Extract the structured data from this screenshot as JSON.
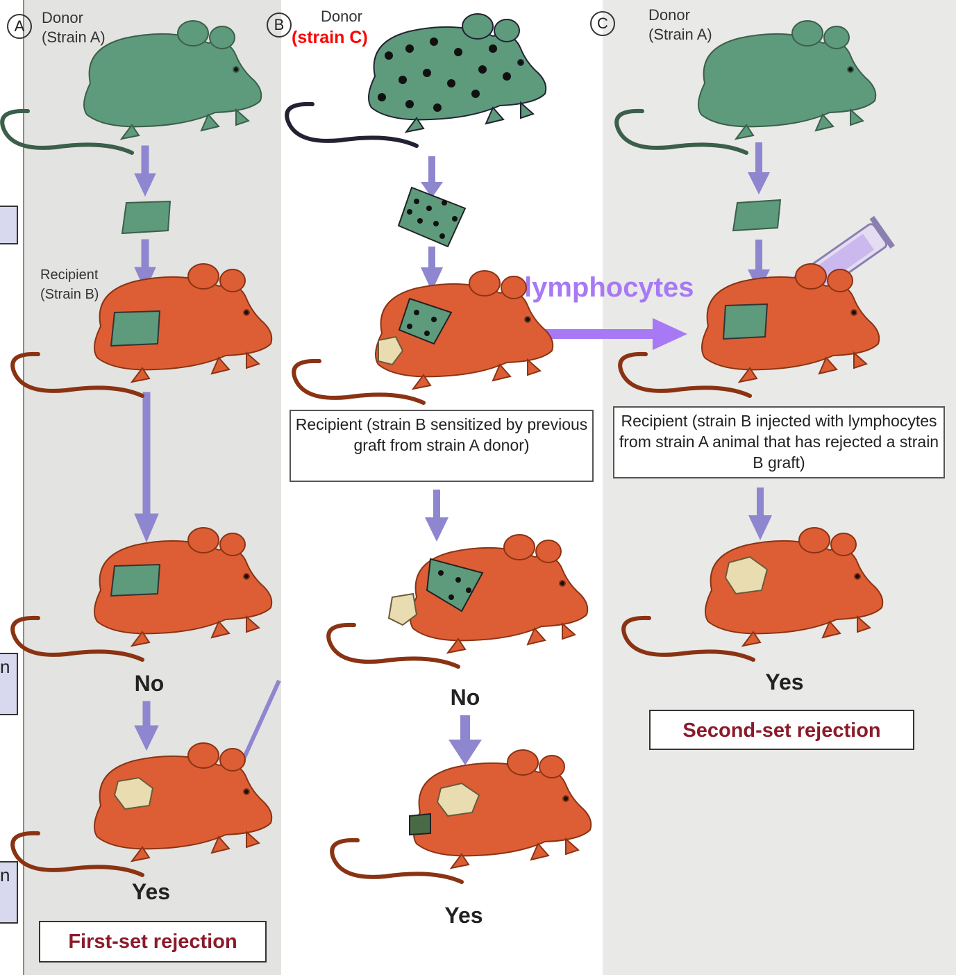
{
  "panels": {
    "a": {
      "letter": "A",
      "donor": {
        "line1": "Donor",
        "line2": "(Strain A)"
      },
      "recipient": {
        "line1": "Recipient",
        "line2": "(Strain B)"
      },
      "result_no": "No",
      "result_yes": "Yes",
      "rejection": "First-set rejection"
    },
    "b": {
      "letter": "B",
      "donor": "Donor",
      "donor_note": "(strain C)",
      "caption": "Recipient (strain B sensitized by previous graft from strain A donor)",
      "result_no": "No",
      "result_yes": "Yes"
    },
    "c": {
      "letter": "C",
      "donor": {
        "line1": "Donor",
        "line2": "(Strain A)"
      },
      "caption": "Recipient (strain B injected with lymphocytes from strain A animal that has rejected a strain B graft)",
      "result_yes": "Yes",
      "rejection": "Second-set rejection"
    }
  },
  "transfer_label": "lymphocytes",
  "edge_tabs": [
    "",
    "n",
    "n"
  ],
  "colors": {
    "donor_mouse": "#5e9a7c",
    "recipient_mouse": "#dd5e35",
    "arrow": "#8f86d0",
    "transfer_arrow": "#a779f5",
    "rejection_text": "#8b1a2b",
    "strain_c_note": "#ff0000"
  }
}
